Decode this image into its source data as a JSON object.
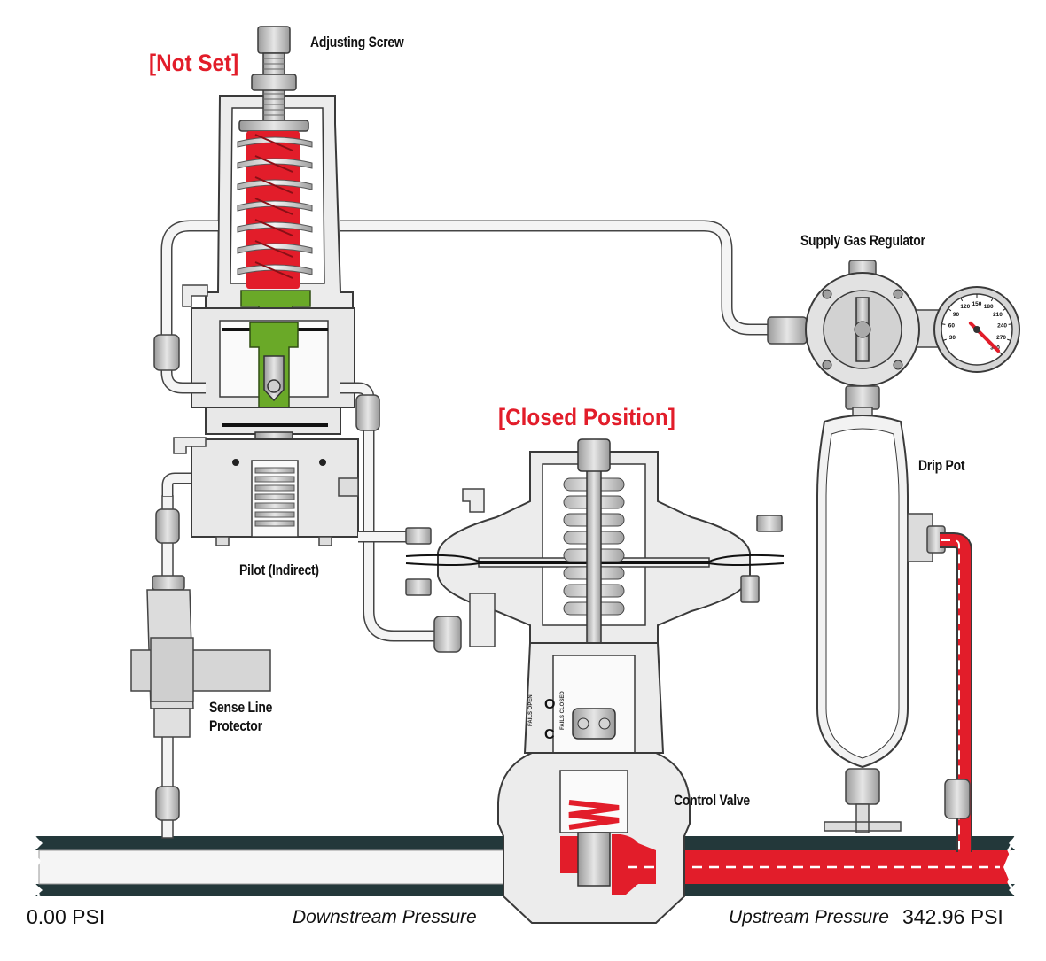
{
  "labels": {
    "adjusting_screw": "Adjusting Screw",
    "supply_gas_regulator": "Supply Gas Regulator",
    "drip_pot": "Drip Pot",
    "pilot": "Pilot (Indirect)",
    "sense_line_line1": "Sense Line",
    "sense_line_line2": "Protector",
    "control_valve": "Control Valve"
  },
  "status": {
    "pilot_setting": "[Not Set]",
    "valve_position": "[Closed Position]"
  },
  "pressure": {
    "downstream_value": "0.00 PSI",
    "downstream_label": "Downstream Pressure",
    "upstream_label": "Upstream Pressure",
    "upstream_value": "342.96 PSI"
  },
  "valve_markings": {
    "open": "O",
    "closed": "C",
    "fail_open": "FAILS OPEN",
    "fail_closed": "FAILS CLOSED"
  },
  "gauge": {
    "ticks": [
      "30",
      "60",
      "90",
      "120",
      "150",
      "180",
      "210",
      "240",
      "270",
      "300"
    ],
    "value_psi": 300
  },
  "colors": {
    "pressurized": "#e21d2a",
    "diaphragm_plate": "#6aa928",
    "body": "#ececec",
    "outline": "#3a3a3a",
    "pipe_wall": "#23383a",
    "status_text": "#e21d2a"
  }
}
